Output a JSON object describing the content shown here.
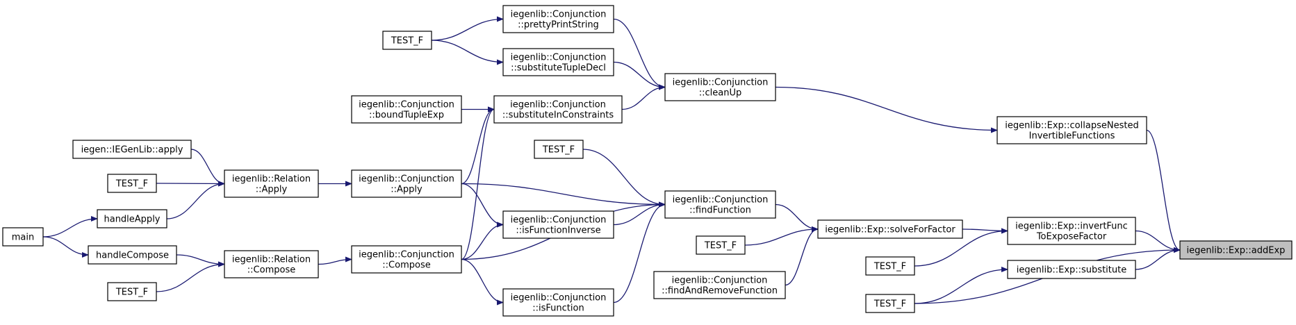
{
  "graph": {
    "title": "",
    "edge_color": "#191970",
    "focus_fill": "#bfbfbf",
    "nodes": [
      {
        "id": "addExp",
        "lines": [
          "iegenlib::Exp::addExp"
        ],
        "focus": true
      },
      {
        "id": "collapse",
        "lines": [
          "iegenlib::Exp::collapseNested",
          "InvertibleFunctions"
        ]
      },
      {
        "id": "invertFunc",
        "lines": [
          "iegenlib::Exp::invertFunc",
          "ToExposeFactor"
        ]
      },
      {
        "id": "substitute",
        "lines": [
          "iegenlib::Exp::substitute"
        ]
      },
      {
        "id": "testF_sub",
        "lines": [
          "TEST_F"
        ]
      },
      {
        "id": "testF_inv",
        "lines": [
          "TEST_F"
        ]
      },
      {
        "id": "cleanUp",
        "lines": [
          "iegenlib::Conjunction",
          "::cleanUp"
        ]
      },
      {
        "id": "solveForFactor",
        "lines": [
          "iegenlib::Exp::solveForFactor"
        ]
      },
      {
        "id": "findFunction",
        "lines": [
          "iegenlib::Conjunction",
          "::findFunction"
        ]
      },
      {
        "id": "testF_solve",
        "lines": [
          "TEST_F"
        ]
      },
      {
        "id": "findAndRemove",
        "lines": [
          "iegenlib::Conjunction",
          "::findAndRemoveFunction"
        ]
      },
      {
        "id": "prettyPrint",
        "lines": [
          "iegenlib::Conjunction",
          "::prettyPrintString"
        ]
      },
      {
        "id": "substituteTuple",
        "lines": [
          "iegenlib::Conjunction",
          "::substituteTupleDecl"
        ]
      },
      {
        "id": "substituteInC",
        "lines": [
          "iegenlib::Conjunction",
          "::substituteInConstraints"
        ]
      },
      {
        "id": "testF_pp",
        "lines": [
          "TEST_F"
        ]
      },
      {
        "id": "boundTuple",
        "lines": [
          "iegenlib::Conjunction",
          "::boundTupleExp"
        ]
      },
      {
        "id": "testF_ff",
        "lines": [
          "TEST_F"
        ]
      },
      {
        "id": "conjApply",
        "lines": [
          "iegenlib::Conjunction",
          "::Apply"
        ]
      },
      {
        "id": "isFunctionInverse",
        "lines": [
          "iegenlib::Conjunction",
          "::isFunctionInverse"
        ]
      },
      {
        "id": "conjCompose",
        "lines": [
          "iegenlib::Conjunction",
          "::Compose"
        ]
      },
      {
        "id": "isFunction",
        "lines": [
          "iegenlib::Conjunction",
          "::isFunction"
        ]
      },
      {
        "id": "relApply",
        "lines": [
          "iegenlib::Relation",
          "::Apply"
        ]
      },
      {
        "id": "relCompose",
        "lines": [
          "iegenlib::Relation",
          "::Compose"
        ]
      },
      {
        "id": "iegenApply",
        "lines": [
          "iegen::IEGenLib::apply"
        ]
      },
      {
        "id": "testF_ra",
        "lines": [
          "TEST_F"
        ]
      },
      {
        "id": "handleApply",
        "lines": [
          "handleApply"
        ]
      },
      {
        "id": "handleCompose",
        "lines": [
          "handleCompose"
        ]
      },
      {
        "id": "testF_rc",
        "lines": [
          "TEST_F"
        ]
      },
      {
        "id": "main",
        "lines": [
          "main"
        ]
      }
    ],
    "edges": [
      {
        "from": "collapse",
        "to": "addExp"
      },
      {
        "from": "invertFunc",
        "to": "addExp"
      },
      {
        "from": "substitute",
        "to": "addExp"
      },
      {
        "from": "testF_sub",
        "to": "addExp"
      },
      {
        "from": "cleanUp",
        "to": "collapse"
      },
      {
        "from": "solveForFactor",
        "to": "invertFunc"
      },
      {
        "from": "testF_inv",
        "to": "invertFunc"
      },
      {
        "from": "testF_sub",
        "to": "substitute"
      },
      {
        "from": "prettyPrint",
        "to": "cleanUp"
      },
      {
        "from": "substituteTuple",
        "to": "cleanUp"
      },
      {
        "from": "substituteInC",
        "to": "cleanUp"
      },
      {
        "from": "findFunction",
        "to": "solveForFactor"
      },
      {
        "from": "testF_solve",
        "to": "solveForFactor"
      },
      {
        "from": "findAndRemove",
        "to": "solveForFactor"
      },
      {
        "from": "testF_ff",
        "to": "findFunction"
      },
      {
        "from": "conjApply",
        "to": "findFunction"
      },
      {
        "from": "isFunctionInverse",
        "to": "findFunction"
      },
      {
        "from": "conjCompose",
        "to": "findFunction"
      },
      {
        "from": "isFunction",
        "to": "findFunction"
      },
      {
        "from": "testF_pp",
        "to": "prettyPrint"
      },
      {
        "from": "testF_pp",
        "to": "substituteTuple"
      },
      {
        "from": "boundTuple",
        "to": "substituteInC"
      },
      {
        "from": "conjApply",
        "to": "substituteInC"
      },
      {
        "from": "conjCompose",
        "to": "substituteInC"
      },
      {
        "from": "conjApply",
        "to": "isFunctionInverse"
      },
      {
        "from": "conjCompose",
        "to": "isFunctionInverse"
      },
      {
        "from": "conjCompose",
        "to": "isFunction"
      },
      {
        "from": "relApply",
        "to": "conjApply"
      },
      {
        "from": "relCompose",
        "to": "conjCompose"
      },
      {
        "from": "iegenApply",
        "to": "relApply"
      },
      {
        "from": "testF_ra",
        "to": "relApply"
      },
      {
        "from": "handleApply",
        "to": "relApply"
      },
      {
        "from": "handleCompose",
        "to": "relCompose"
      },
      {
        "from": "testF_rc",
        "to": "relCompose"
      },
      {
        "from": "main",
        "to": "handleApply"
      },
      {
        "from": "main",
        "to": "handleCompose"
      }
    ]
  }
}
